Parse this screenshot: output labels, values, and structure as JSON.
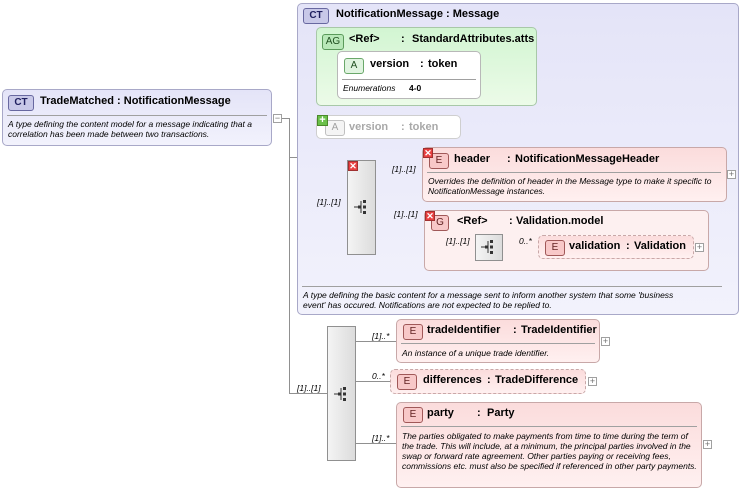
{
  "root": {
    "badge": "CT",
    "name": "TradeMatched",
    "type": "NotificationMessage",
    "description": "A type defining the content model for a message indicating that a correlation has been made between two transactions."
  },
  "base": {
    "badge": "CT",
    "name": "NotificationMessage",
    "type": "Message",
    "description": "A type defining the basic content for a message sent to inform another system that some 'business event' has occured. Notifications are not expected to be replied to.",
    "attr_group": {
      "badge": "AG",
      "ref": "<Ref>",
      "type": "StandardAttributes.atts",
      "version": {
        "badge": "A",
        "name": "version",
        "type": "token",
        "enum_label": "Enumerations",
        "enum_value": "4-0"
      }
    },
    "version_attr": {
      "badge": "A",
      "name": "version",
      "type": "token"
    },
    "sequence_mult": "[1]..[1]",
    "header": {
      "badge": "E",
      "name": "header",
      "type": "NotificationMessageHeader",
      "mult": "[1]..[1]",
      "description": "Overrides the definition of header in the Message type to make it specific to NotificationMessage instances."
    },
    "validation_group": {
      "badge": "G",
      "ref": "<Ref>",
      "type": "Validation.model",
      "mult": "[1]..[1]",
      "inner_seq_mult": "[1]..[1]",
      "element": {
        "badge": "E",
        "name": "validation",
        "type": "Validation",
        "mult": "0..*"
      }
    }
  },
  "sequence": {
    "mult": "[1]..[1]",
    "elements": [
      {
        "badge": "E",
        "name": "tradeIdentifier",
        "type": "TradeIdentifier",
        "mult": "[1]..*",
        "description": "An instance of a unique trade identifier."
      },
      {
        "badge": "E",
        "name": "differences",
        "type": "TradeDifference",
        "mult": "0..*",
        "description": ""
      },
      {
        "badge": "E",
        "name": "party",
        "type": "Party",
        "mult": "[1]..*",
        "description": "The parties obligated to make payments from time to time during the term of the trade. This will include, at a minimum, the principal parties involved in the swap or forward rate agreement. Other parties paying or receiving fees, commissions etc. must also be specified if referenced in other party payments."
      }
    ]
  },
  "colors": {
    "complex_type_bg": "#e4e4f8",
    "attribute_group_bg": "#d2f5d2",
    "element_bg": "#fbdcdc",
    "connector": "#909090"
  },
  "icons": {
    "sequence": "sequence-compositor-icon",
    "expand": "plus-expand-icon",
    "prohibited": "red-x-icon",
    "added": "green-plus-icon"
  }
}
